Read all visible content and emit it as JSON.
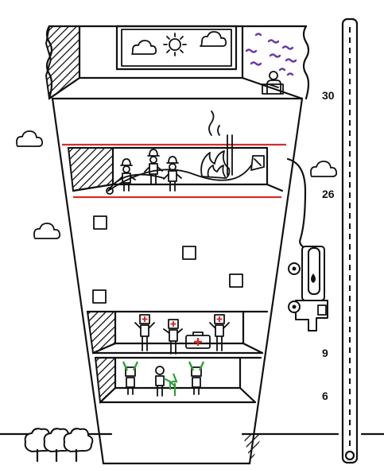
{
  "floor_levels": [
    "30",
    "26",
    "9",
    "6"
  ],
  "fire_zone_color": "#d32f2f",
  "survivor_color": "#2e9e3a",
  "smoke_color": "#6a3aa8",
  "medic_cross_color": "#d32f2f",
  "icons": [
    "sun-icon",
    "cloud-icon",
    "fire-icon",
    "hose-icon",
    "fire-truck-icon",
    "firefighter-icon",
    "medic-icon",
    "survivor-icon",
    "trapped-person-icon",
    "first-aid-kit-icon",
    "tree-icon",
    "ladder-scale-icon"
  ]
}
